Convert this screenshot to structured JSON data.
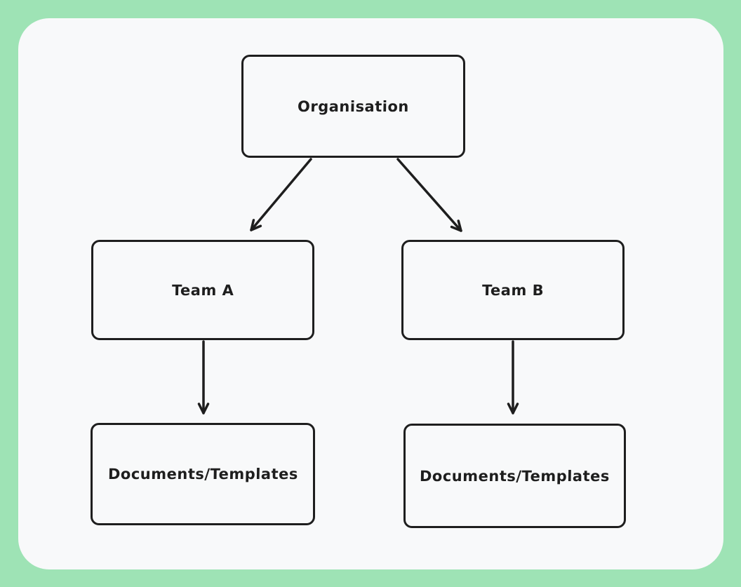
{
  "diagram": {
    "type": "org-chart-flowchart",
    "style": "hand-drawn",
    "colors": {
      "page_background": "#9ee3b5",
      "canvas_background": "#f8f9fa",
      "stroke": "#1e1e1e",
      "text": "#1e1e1e"
    },
    "nodes": [
      {
        "id": "organisation",
        "label": "Organisation"
      },
      {
        "id": "team-a",
        "label": "Team A"
      },
      {
        "id": "team-b",
        "label": "Team B"
      },
      {
        "id": "docs-a",
        "label": "Documents/Templates"
      },
      {
        "id": "docs-b",
        "label": "Documents/Templates"
      }
    ],
    "edges": [
      {
        "from": "organisation",
        "to": "team-a",
        "direction": "down-left",
        "arrowhead": "end"
      },
      {
        "from": "organisation",
        "to": "team-b",
        "direction": "down-right",
        "arrowhead": "end"
      },
      {
        "from": "team-a",
        "to": "docs-a",
        "direction": "down",
        "arrowhead": "end"
      },
      {
        "from": "team-b",
        "to": "docs-b",
        "direction": "down",
        "arrowhead": "end"
      }
    ]
  }
}
